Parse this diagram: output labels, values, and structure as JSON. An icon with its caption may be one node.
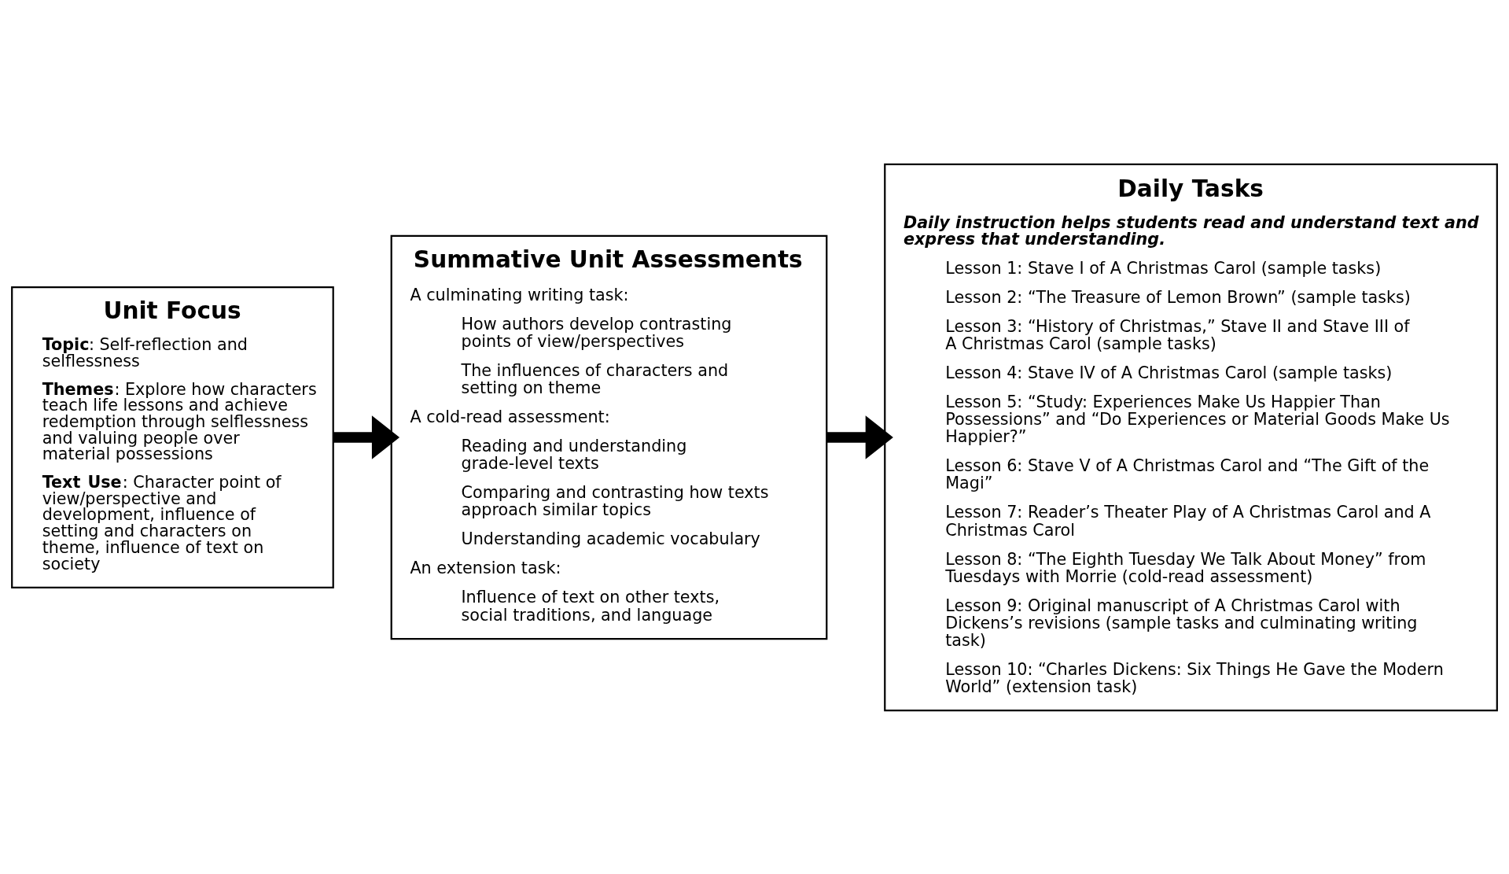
{
  "diagram": {
    "nodes": [
      {
        "text": [
          "Unit Focus",
          "**Topic**: Self-reflection and selflessness",
          "**Themes**: Explore how characters teach life lessons and achieve redemption through selflessness and valuing people over material possessions",
          "**Text Use**: Character point of view/perspective and development, influence of setting and characters on theme, influence of text on society"
        ]
      },
      {
        "text": [
          "Summative Unit Assessments",
          "A culminating writing task:",
          "How authors develop contrasting points of view/perspectives",
          "The influences of characters and setting on theme",
          "A cold-read assessment:",
          "Reading and understanding grade-level texts",
          "Comparing and contrasting how texts approach similar topics",
          "Understanding academic vocabulary",
          "An extension task:",
          "Influence of text on other texts, social traditions, and language"
        ]
      },
      {
        "text": [
          "Daily Tasks",
          "Daily instruction helps students read and understand text and express that understanding.",
          "Lesson 1: Stave I of A Christmas Carol (sample tasks)",
          "Lesson 2: “The Treasure of Lemon Brown” (sample tasks)",
          "Lesson 3: “History of Christmas,” Stave II and Stave III of A Christmas Carol (sample tasks)",
          "Lesson 4: Stave IV of A Christmas Carol (sample tasks)",
          "Lesson 5: “Study: Experiences Make Us Happier Than Possessions” and “Do Experiences or Material Goods Make Us Happier?”",
          "Lesson 6: Stave V of A Christmas Carol and “The Gift of the Magi”",
          "Lesson 7: Reader’s Theater Play of A Christmas Carol and A Christmas Carol",
          "Lesson 8: “The Eighth Tuesday We Talk About Money” from Tuesdays with Morrie (cold-read assessment)",
          "Lesson 9: Original manuscript of A Christmas Carol with Dickens’s revisions (sample tasks and culminating writing task)",
          "Lesson 10: “Charles Dickens: Six Things He Gave the Modern World” (extension task)"
        ]
      }
    ],
    "edges": [
      {
        "from": 0,
        "to": 1,
        "arrow": "to"
      },
      {
        "from": 1,
        "to": 2,
        "arrow": "to"
      }
    ]
  }
}
